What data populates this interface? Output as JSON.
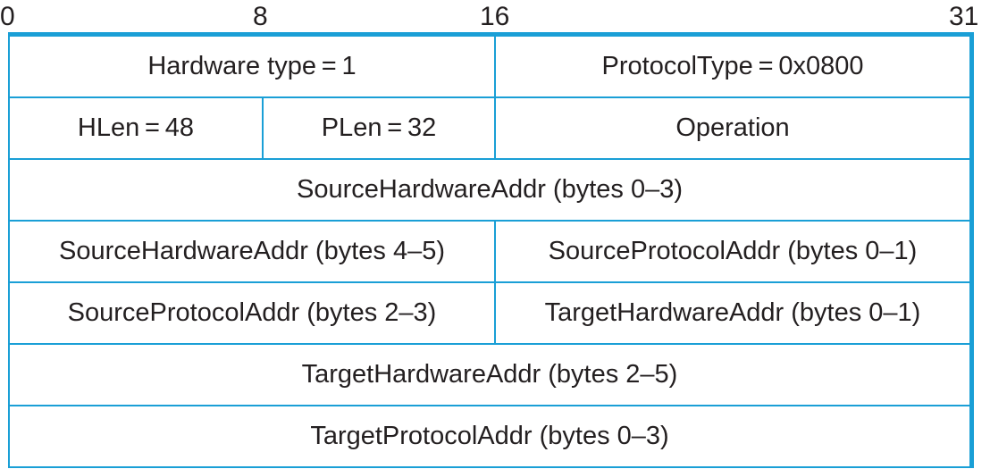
{
  "bit_labels": {
    "b0": "0",
    "b8": "8",
    "b16": "16",
    "b31": "31"
  },
  "rows": [
    [
      "Hardware type = 1",
      "ProtocolType = 0x0800"
    ],
    [
      "HLen = 48",
      "PLen = 32",
      "Operation"
    ],
    [
      "SourceHardwareAddr (bytes 0–3)"
    ],
    [
      "SourceHardwareAddr (bytes 4–5)",
      "SourceProtocolAddr (bytes 0–1)"
    ],
    [
      "SourceProtocolAddr (bytes 2–3)",
      "TargetHardwareAddr (bytes 0–1)"
    ],
    [
      "TargetHardwareAddr (bytes 2–5)"
    ],
    [
      "TargetProtocolAddr (bytes 0–3)"
    ]
  ],
  "colors": {
    "rule": "#1a9fd6",
    "text": "#231f20"
  }
}
